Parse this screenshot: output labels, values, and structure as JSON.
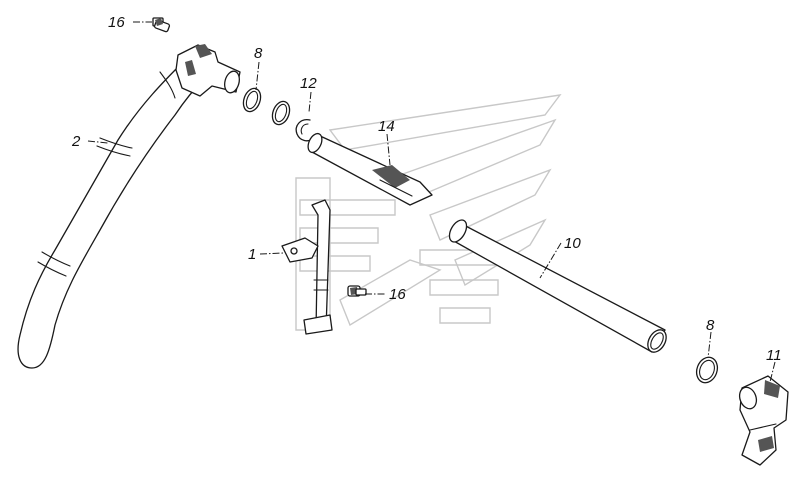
{
  "diagram": {
    "background": "#ffffff",
    "line_color": "#1a1a1a",
    "watermark_color": "#c8c8c8",
    "watermark": "kamaz-logo",
    "callouts": [
      {
        "id": "c16a",
        "label": "16"
      },
      {
        "id": "c8a",
        "label": "8"
      },
      {
        "id": "c12",
        "label": "12"
      },
      {
        "id": "c2",
        "label": "2"
      },
      {
        "id": "c14",
        "label": "14"
      },
      {
        "id": "c1",
        "label": "1"
      },
      {
        "id": "c10",
        "label": "10"
      },
      {
        "id": "c16b",
        "label": "16"
      },
      {
        "id": "c8b",
        "label": "8"
      },
      {
        "id": "c11",
        "label": "11"
      }
    ],
    "parts": [
      "bolt-16-top",
      "curved-hose-2",
      "o-ring-8-upper",
      "o-ring-8-upper-second",
      "snap-ring-12",
      "tube-14",
      "dipstick-bracket-1",
      "bolt-16-middle",
      "pipe-10",
      "o-ring-8-lower",
      "elbow-fitting-11"
    ]
  }
}
